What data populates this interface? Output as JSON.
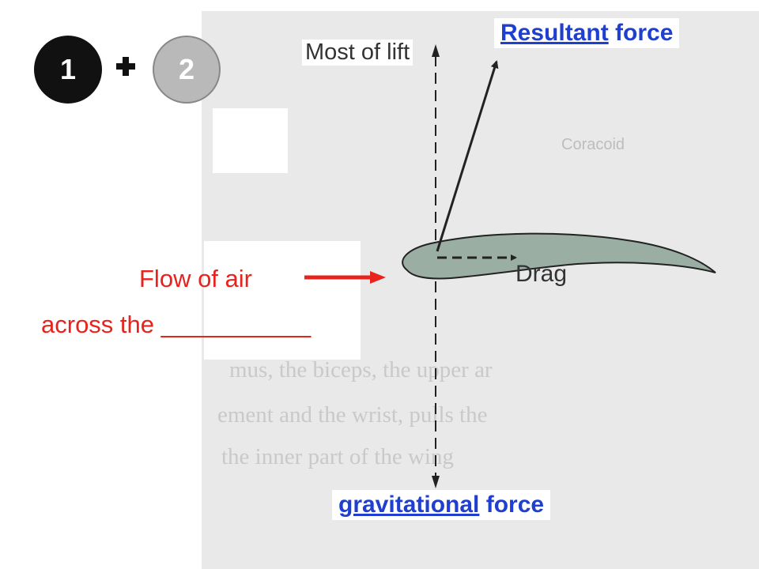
{
  "steps": {
    "first": "1",
    "plus": "+",
    "second": "2"
  },
  "labels": {
    "most_of_lift": "Most of lift",
    "drag": "Drag",
    "resultant_word": "Resultant",
    "resultant_suffix": " force",
    "gravitational_word": "gravitational",
    "gravitational_suffix": " force",
    "flow_line1": "Flow of air",
    "flow_line2": "across the ___________"
  },
  "background_scan_text": {
    "coracoid": "Coracoid",
    "line1": "mus, the biceps, the upper ar",
    "line2": "ement and the wrist, pulls the",
    "line3": "the inner part of the wing"
  },
  "colors": {
    "accent_red": "#e8221c",
    "link_blue": "#1f3fd0",
    "airfoil_fill": "#9aaea4"
  }
}
